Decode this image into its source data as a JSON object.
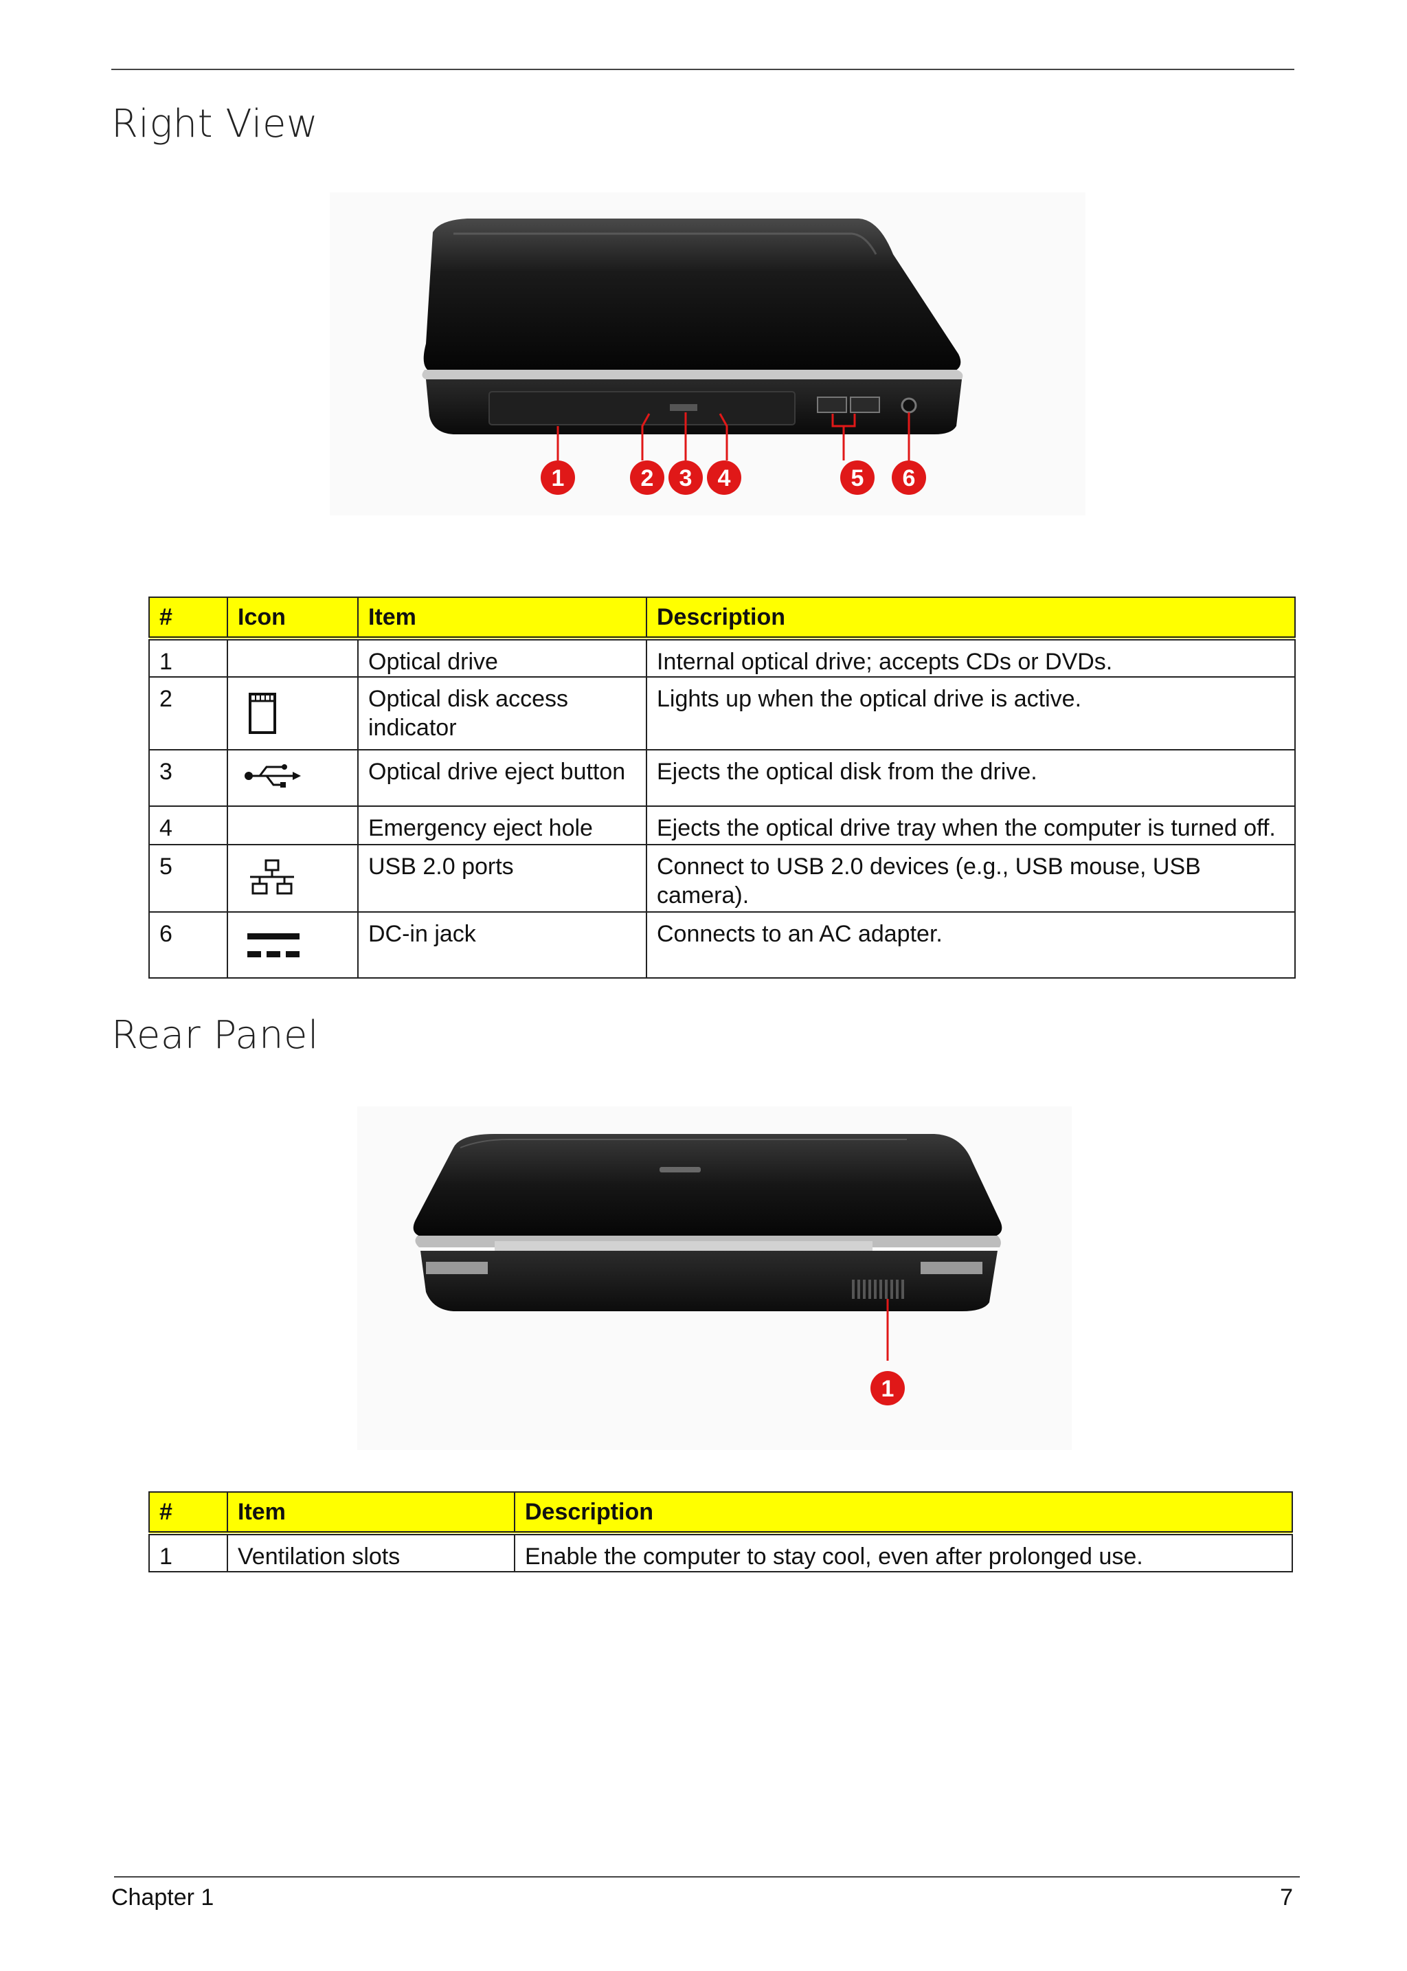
{
  "right_view": {
    "heading": "Right View",
    "callouts": [
      "1",
      "2",
      "3",
      "4",
      "5",
      "6"
    ],
    "table": {
      "headers": [
        "#",
        "Icon",
        "Item",
        "Description"
      ],
      "rows": [
        {
          "num": "1",
          "icon": "",
          "item": "Optical drive",
          "desc": "Internal optical drive; accepts CDs or DVDs."
        },
        {
          "num": "2",
          "icon": "optical-disk-indicator-icon",
          "item": "Optical disk access indicator",
          "desc": "Lights up when the optical drive is active."
        },
        {
          "num": "3",
          "icon": "usb-icon",
          "item": "Optical drive eject button",
          "desc": "Ejects the optical disk from the drive."
        },
        {
          "num": "4",
          "icon": "",
          "item": "Emergency eject hole",
          "desc": "Ejects the optical drive tray when the computer is turned off."
        },
        {
          "num": "5",
          "icon": "network-icon",
          "item": "USB 2.0 ports",
          "desc": "Connect to USB 2.0 devices (e.g., USB mouse, USB camera)."
        },
        {
          "num": "6",
          "icon": "dc-in-icon",
          "item": "DC-in jack",
          "desc": "Connects to an AC adapter."
        }
      ]
    }
  },
  "rear_panel": {
    "heading": "Rear Panel",
    "callouts": [
      "1"
    ],
    "table": {
      "headers": [
        "#",
        "Item",
        "Description"
      ],
      "rows": [
        {
          "num": "1",
          "item": "Ventilation slots",
          "desc": "Enable the computer to stay cool, even after prolonged use."
        }
      ]
    }
  },
  "footer": {
    "chapter": "Chapter 1",
    "page": "7"
  },
  "colors": {
    "header_fill": "#ffff00",
    "callout_red": "#e01818"
  }
}
